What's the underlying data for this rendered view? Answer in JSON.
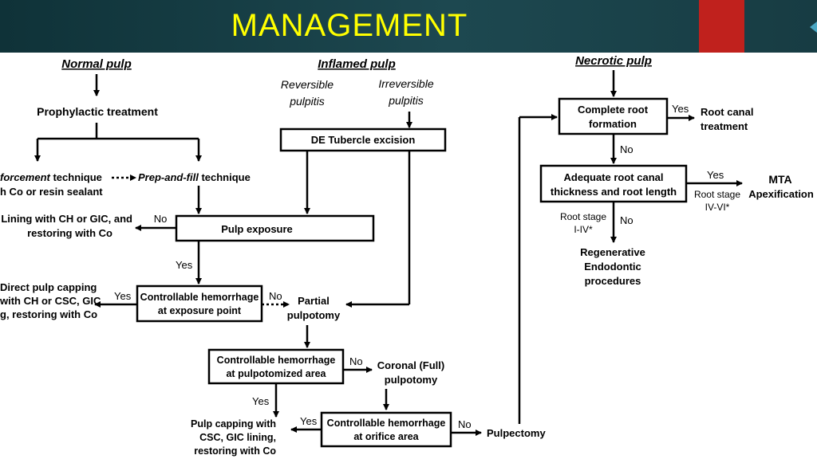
{
  "slide": {
    "title": "MANAGEMENT",
    "accent": "#ffff00",
    "header_bg": "#1d4850",
    "red_block": "#c0211d"
  },
  "columns": {
    "normal_pulp": "Normal pulp",
    "inflamed_pulp": "Inflamed pulp",
    "necrotic_pulp": "Necrotic pulp"
  },
  "inflamed": {
    "reversible": [
      "Reversible",
      "pulpitis"
    ],
    "irreversible": [
      "Irreversible",
      "pulpitis"
    ]
  },
  "nodes": {
    "prophylactic": "Prophylactic treatment",
    "reinforcement_italic": "forcement",
    "reinforcement_rest": " technique",
    "reinforcement_line2": "h Co or resin sealant",
    "prep_fill_italic": "Prep-and-fill",
    "prep_fill_rest": " technique",
    "de_tubercle": "DE Tubercle excision",
    "lining": [
      "Lining with CH or GIC, and",
      "restoring with Co"
    ],
    "pulp_exposure": "Pulp exposure",
    "direct_capping": [
      "Direct pulp capping",
      "with CH or CSC, GIC",
      "g, restoring with Co"
    ],
    "hemorrhage_exposure": [
      "Controllable hemorrhage",
      "at exposure point"
    ],
    "partial_pulpotomy": [
      "Partial",
      "pulpotomy"
    ],
    "hemorrhage_pulpotomized": [
      "Controllable hemorrhage",
      "at pulpotomized area"
    ],
    "coronal_pulpotomy": [
      "Coronal (Full)",
      "pulpotomy"
    ],
    "pulp_capping": [
      "Pulp capping with",
      "CSC, GIC lining,",
      "restoring with Co"
    ],
    "hemorrhage_orifice": [
      "Controllable hemorrhage",
      "at orifice area"
    ],
    "pulpectomy": "Pulpectomy",
    "complete_root": [
      "Complete root",
      "formation"
    ],
    "root_canal_treatment": [
      "Root canal",
      "treatment"
    ],
    "adequate": [
      "Adequate root canal",
      "thickness and root length"
    ],
    "mta": "MTA",
    "apexification": "Apexification",
    "root_stage_iv_vi": [
      "Root stage",
      "IV-VI*"
    ],
    "root_stage_i_iv": [
      "Root stage",
      "I-IV*"
    ],
    "regenerative": [
      "Regenerative",
      "Endodontic",
      "procedures"
    ]
  },
  "edges": {
    "yes": "Yes",
    "no": "No"
  }
}
